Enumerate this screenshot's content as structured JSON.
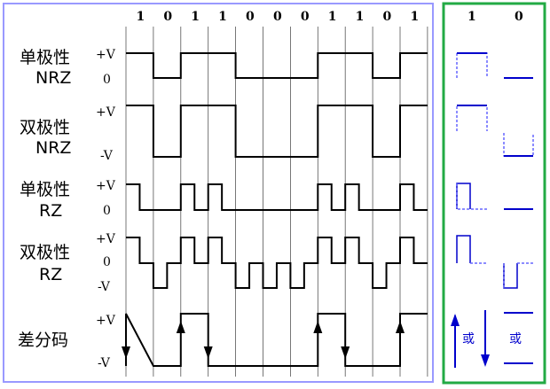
{
  "bits": [
    "1",
    "0",
    "1",
    "1",
    "0",
    "0",
    "0",
    "1",
    "1",
    "0",
    "1"
  ],
  "rows": [
    {
      "name": "单极性",
      "sub": "NRZ",
      "levels": [
        "+V",
        "0"
      ]
    },
    {
      "name": "双极性",
      "sub": "NRZ",
      "levels": [
        "+V",
        "-V"
      ]
    },
    {
      "name": "单极性",
      "sub": "RZ",
      "levels": [
        "+V",
        "0"
      ]
    },
    {
      "name": "双极性",
      "sub": "RZ",
      "levels": [
        "+V",
        "0",
        "-V"
      ]
    },
    {
      "name": "差分码",
      "sub": "",
      "levels": [
        "+V",
        "-V"
      ]
    }
  ],
  "legend": {
    "one": "1",
    "zero": "0",
    "or_text_1": "或",
    "or_text_0": "或"
  },
  "colors": {
    "left_border": "#9999ff",
    "right_border": "#22aa44",
    "waveform": "#000000",
    "legend_line": "#0000cc",
    "legend_dash": "#6666ff"
  }
}
